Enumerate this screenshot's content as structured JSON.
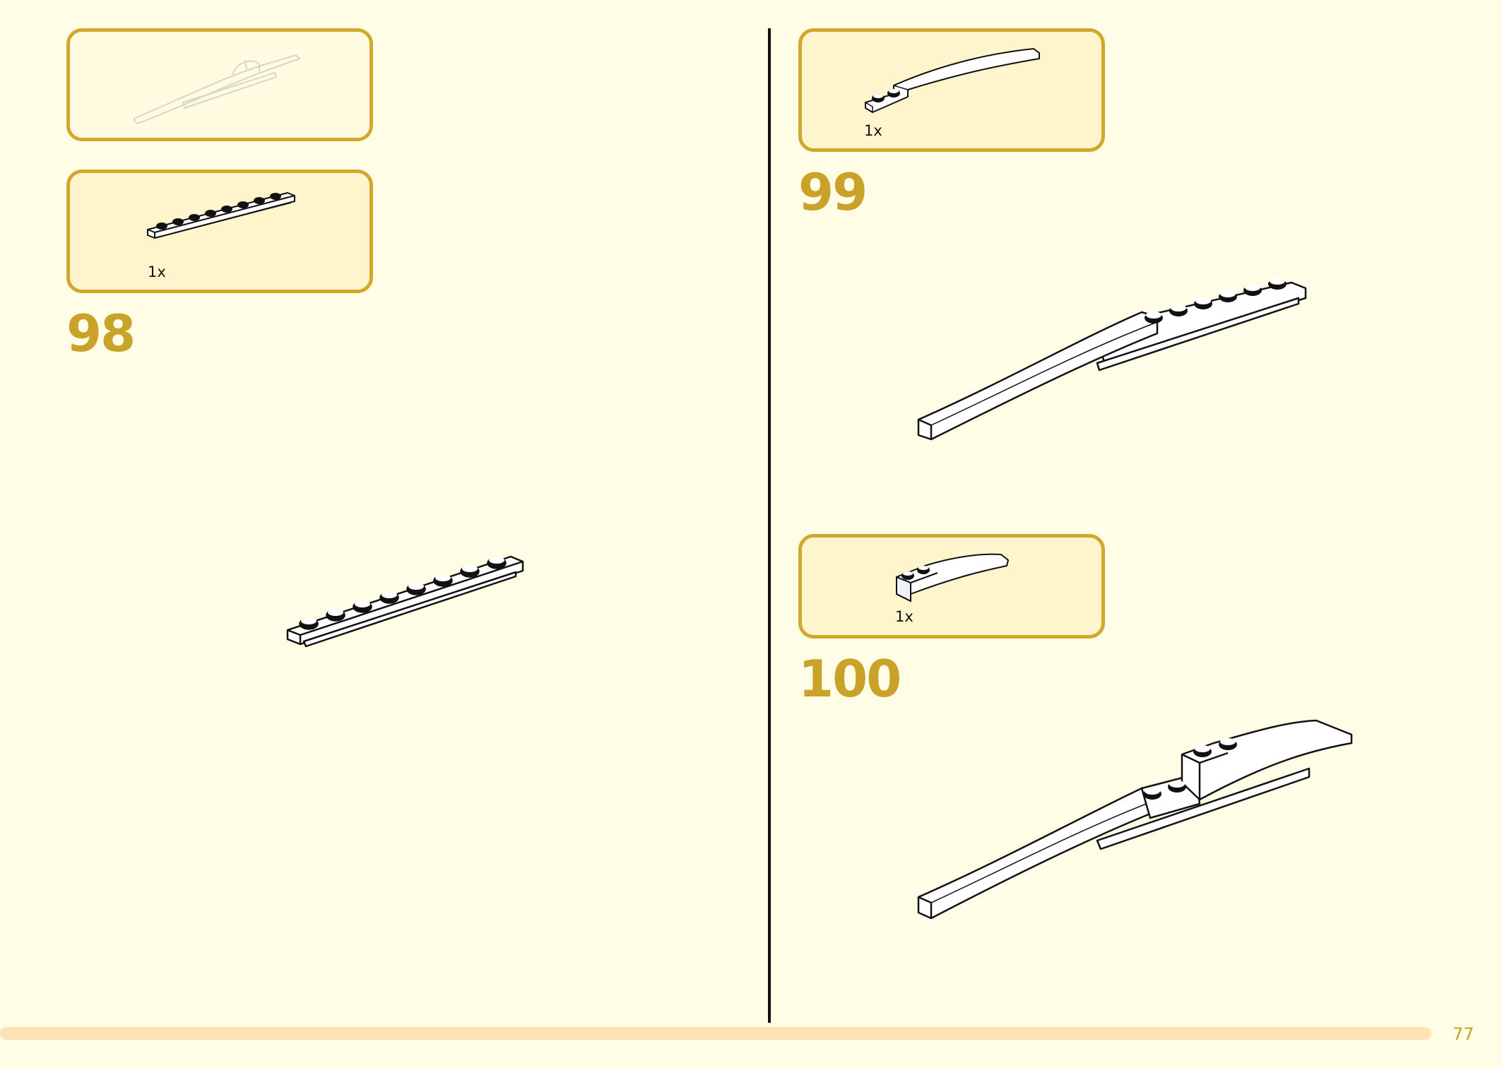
{
  "steps": [
    {
      "number": "98",
      "parts_quantity": "1x"
    },
    {
      "number": "99",
      "parts_quantity": "1x"
    },
    {
      "number": "100",
      "parts_quantity": "1x"
    }
  ],
  "page_number": "77",
  "colors": {
    "accent": "#caa22a",
    "callout_border": "#d2a82c",
    "callout_fill": "#fff5cc",
    "background": "#fffde6",
    "footer_bar": "#ffe3b5"
  },
  "icons": {
    "preview_model": "ghost-wing-model-icon",
    "part_plate": "plate-1x8-rail-icon",
    "part_long_slope": "curved-slope-long-icon",
    "part_short_slope": "curved-slope-short-icon"
  }
}
